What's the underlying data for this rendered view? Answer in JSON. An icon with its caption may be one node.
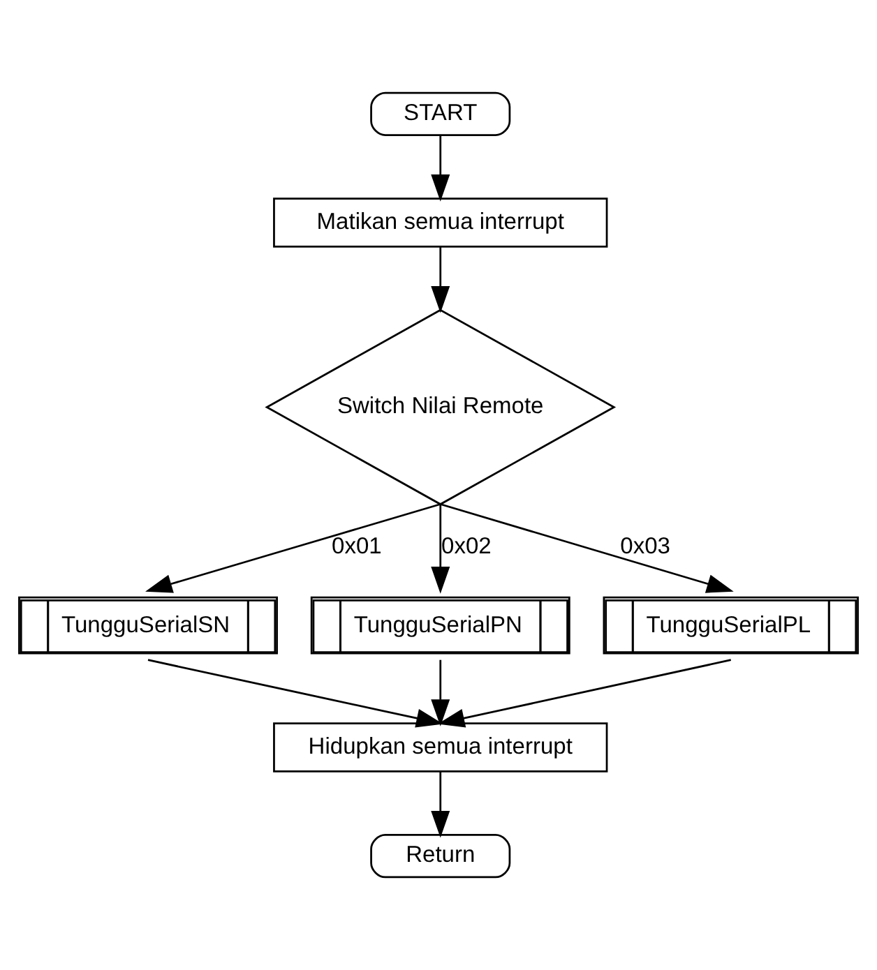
{
  "diagram": {
    "nodes": [
      {
        "text": [
          "START"
        ]
      },
      {
        "text": [
          "Matikan semua interrupt"
        ]
      },
      {
        "text": [
          "Switch Nilai Remote"
        ]
      },
      {
        "text": [
          "TungguSerialSN"
        ]
      },
      {
        "text": [
          "TungguSerialPN"
        ]
      },
      {
        "text": [
          "TungguSerialPL"
        ]
      },
      {
        "text": [
          "Hidupkan semua interrupt"
        ]
      },
      {
        "text": [
          "Return"
        ]
      }
    ],
    "edges": [
      {
        "from": 0,
        "to": 1,
        "arrow": "to"
      },
      {
        "from": 1,
        "to": 2,
        "arrow": "to"
      },
      {
        "from": 2,
        "to": 3,
        "arrow": "to",
        "label": "0x01"
      },
      {
        "from": 2,
        "to": 4,
        "arrow": "to",
        "label": "0x02"
      },
      {
        "from": 2,
        "to": 5,
        "arrow": "to",
        "label": "0x03"
      },
      {
        "from": 3,
        "to": 6,
        "arrow": "to"
      },
      {
        "from": 4,
        "to": 6,
        "arrow": "to"
      },
      {
        "from": 5,
        "to": 6,
        "arrow": "to"
      },
      {
        "from": 6,
        "to": 7,
        "arrow": "to"
      }
    ]
  }
}
